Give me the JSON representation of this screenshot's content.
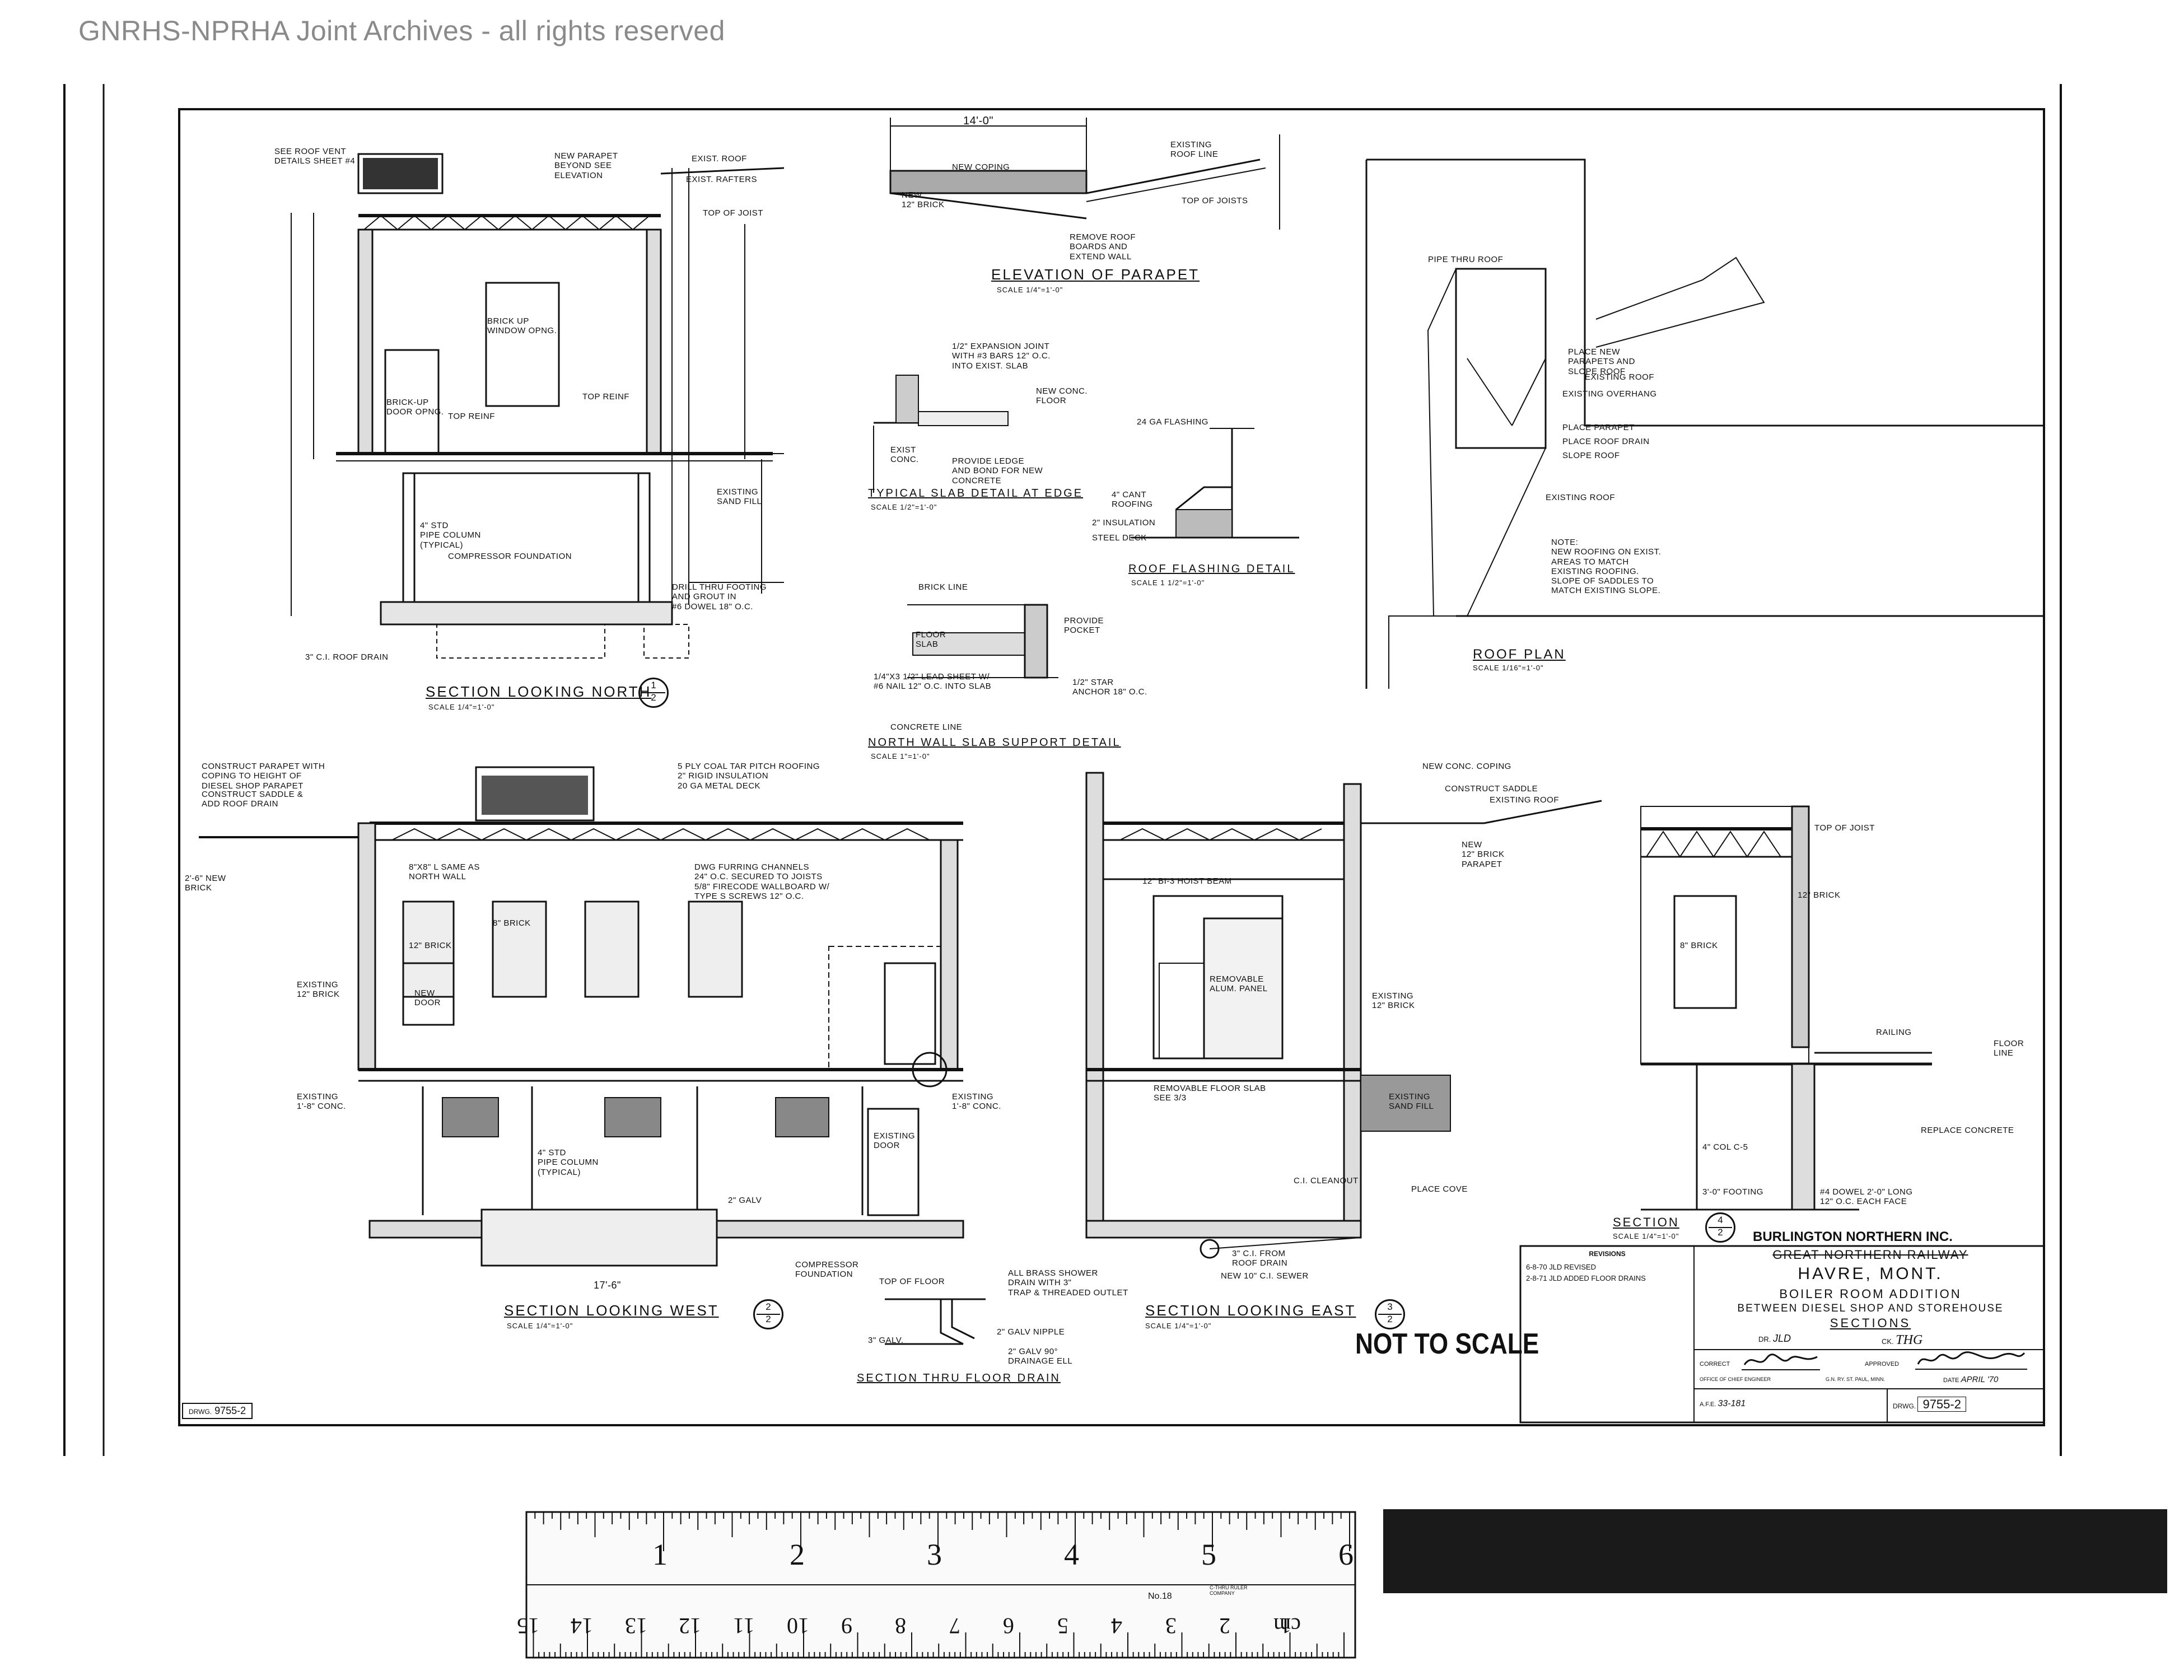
{
  "watermark": "GNRHS-NPRHA Joint Archives - all rights reserved",
  "drawing_number_label": "DRWG.",
  "drawing_number": "9755-2",
  "not_to_scale": "NOT TO SCALE",
  "views": {
    "section_north": {
      "title": "SECTION LOOKING NORTH",
      "scale": "SCALE 1/4\"=1'-0\"",
      "ref_top": "1",
      "ref_bottom": "2"
    },
    "elevation_parapet": {
      "title": "ELEVATION OF PARAPET",
      "scale": "SCALE 1/4\"=1'-0\"",
      "dim": "14'-0\""
    },
    "typical_slab": {
      "title": "TYPICAL SLAB DETAIL AT EDGE",
      "scale": "SCALE 1/2\"=1'-0\""
    },
    "roof_flashing": {
      "title": "ROOF FLASHING DETAIL",
      "scale": "SCALE 1 1/2\"=1'-0\""
    },
    "north_wall_slab": {
      "title": "NORTH WALL SLAB SUPPORT DETAIL",
      "scale": "SCALE 1\"=1'-0\""
    },
    "roof_plan": {
      "title": "ROOF PLAN",
      "scale": "SCALE 1/16\"=1'-0\""
    },
    "section_west": {
      "title": "SECTION LOOKING WEST",
      "scale": "SCALE 1/4\"=1'-0\"",
      "ref_top": "2",
      "ref_bottom": "2",
      "dim": "17'-6\""
    },
    "section_east": {
      "title": "SECTION LOOKING EAST",
      "scale": "SCALE 1/4\"=1'-0\"",
      "ref_top": "3",
      "ref_bottom": "2"
    },
    "section_4": {
      "title": "SECTION",
      "scale": "SCALE 1/4\"=1'-0\"",
      "ref_top": "4",
      "ref_bottom": "2"
    },
    "floor_drain": {
      "title": "SECTION THRU FLOOR DRAIN"
    }
  },
  "labels": {
    "see_roof_vent": "SEE ROOF VENT\nDETAILS SHEET #4",
    "new_parapet": "NEW PARAPET\nBEYOND SEE\nELEVATION",
    "exist_roof": "EXIST. ROOF",
    "exist_rafters": "EXIST. RAFTERS",
    "top_of_joist": "TOP OF JOIST",
    "brick_up_window": "BRICK UP\nWINDOW OPNG.",
    "brick_up_door": "BRICK-UP\nDOOR OPNG.",
    "top_reinf": "TOP REINF",
    "pipe_column": "4\" STD\nPIPE COLUMN\n(TYPICAL)",
    "compressor_foundation": "COMPRESSOR FOUNDATION",
    "existing_sand_fill": "EXISTING\nSAND FILL",
    "drill_thru_footing": "DRILL THRU FOOTING\nAND GROUT IN\n#6 DOWEL 18\" O.C.",
    "roof_drain": "3\" C.I. ROOF DRAIN",
    "new_coping": "NEW COPING",
    "existing_roof_line": "EXISTING\nROOF LINE",
    "new_12_brick": "NEW\n12\" BRICK",
    "remove_roof_boards": "REMOVE ROOF\nBOARDS AND\nEXTEND WALL",
    "top_of_joists": "TOP OF JOISTS",
    "expansion_joint": "1/2\" EXPANSION JOINT\nWITH #3 BARS 12\" O.C.\nINTO EXIST. SLAB",
    "new_conc_floor": "NEW CONC.\nFLOOR",
    "exist_conc": "EXIST\nCONC.",
    "provide_ledge": "PROVIDE LEDGE\nAND BOND FOR NEW\nCONCRETE",
    "flashing_24ga": "24 GA FLASHING",
    "cant_roofing": "4\" CANT\nROOFING",
    "insulation": "2\" INSULATION",
    "steel_deck": "STEEL DECK",
    "brick_line": "BRICK LINE",
    "floor_slab": "FLOOR\nSLAB",
    "provide_pocket": "PROVIDE\nPOCKET",
    "lead_sheet": "1/4\"x3 1/2\" LEAD SHEET W/\n#6 NAIL 12\" O.C. INTO SLAB",
    "star_anchor": "1/2\" STAR\nANCHOR 18\" O.C.",
    "concrete_line": "CONCRETE LINE",
    "pipe_thru_roof": "PIPE THRU ROOF",
    "place_new_parapets": "PLACE NEW\nPARAPETS AND\nSLOPE ROOF",
    "existing_roof": "EXISTING ROOF",
    "existing_overhang": "EXISTING OVERHANG",
    "place_parapet": "PLACE PARAPET",
    "place_roof_drain": "PLACE ROOF DRAIN",
    "slope_roof": "SLOPE ROOF",
    "roof_plan_note": "NOTE:\nNEW ROOFING ON EXIST.\nAREAS TO MATCH\nEXISTING ROOFING.\nSLOPE OF SADDLES TO\nMATCH EXISTING SLOPE.",
    "construct_parapet": "CONSTRUCT PARAPET WITH\nCOPING TO HEIGHT OF\nDIESEL SHOP PARAPET",
    "construct_saddle": "CONSTRUCT SADDLE &\nADD ROOF DRAIN",
    "new_brick_2_6": "2'-6\" NEW\nBRICK",
    "same_as_north": "8\"x8\" L SAME AS\nNORTH WALL",
    "built_up_roofing": "5 PLY COAL TAR PITCH ROOFING\n2\" RIGID INSULATION\n20 GA METAL DECK",
    "furring": "DWG FURRING CHANNELS\n24\" O.C. SECURED TO JOISTS\n5/8\" FIRECODE WALLBOARD W/\nTYPE S SCREWS 12\" O.C.",
    "existing_12_brick": "EXISTING\n12\" BRICK",
    "new_12_door": "NEW\nDOOR",
    "eight_brick": "8\" BRICK",
    "twelve_brick": "12\" BRICK",
    "existing_door": "EXISTING\nDOOR",
    "existing_1_8_conc": "EXISTING\n1'-8\" CONC.",
    "galv_2": "2\" GALV",
    "compressor_foundation_2": "COMPRESSOR\nFOUNDATION",
    "new_conc_coping": "NEW CONC. COPING",
    "construct_saddle_2": "CONSTRUCT SADDLE",
    "hoist_beam": "12\" BI-3 HOIST BEAM",
    "removable_panel": "REMOVABLE\nALUM. PANEL",
    "removable_floor_slab": "REMOVABLE FLOOR SLAB\nSEE 3/3",
    "place_cove": "PLACE COVE",
    "ci_cleanout": "C.I. CLEANOUT",
    "ci_from_roof_drain": "3\" C.I. FROM\nROOF DRAIN",
    "new_cj_sewer": "NEW 10\" C.I. SEWER",
    "existing_sand_fill_2": "EXISTING\nSAND FILL",
    "new_12_brick_parapet": "NEW\n12\" BRICK\nPARAPET",
    "railing": "RAILING",
    "floor_line": "FLOOR\nLINE",
    "replace_concrete": "REPLACE CONCRETE",
    "col_c5": "4\" COL C-5",
    "footing": "3'-0\" FOOTING",
    "dowel": "#4 DOWEL 2'-0\" LONG\n12\" O.C. EACH FACE",
    "top_of_floor": "TOP OF FLOOR",
    "brass_shower_drain": "ALL BRASS SHOWER\nDRAIN WITH 3\"\nTRAP & THREADED OUTLET",
    "galv_nipple": "2\" GALV NIPPLE",
    "galv_90": "2\" GALV 90°\nDRAINAGE ELL",
    "galv_3": "3\" GALV."
  },
  "title_block": {
    "revisions_heading": "REVISIONS",
    "revisions": [
      "6-8-70 JLD  REVISED",
      "2-8-71 JLD  ADDED FLOOR DRAINS"
    ],
    "company": "BURLINGTON NORTHERN INC.",
    "struck_company": "GREAT NORTHERN RAILWAY",
    "location": "HAVRE, MONT.",
    "project_line1": "BOILER ROOM ADDITION",
    "project_line2": "BETWEEN DIESEL SHOP AND STOREHOUSE",
    "sheet_title": "SECTIONS",
    "dr_label": "DR.",
    "dr_value": "JLD",
    "ck_label": "CK.",
    "ck_value": "THG",
    "correct_label": "CORRECT",
    "approved_label": "APPROVED",
    "office": "OFFICE OF CHIEF ENGINEER",
    "address": "G.N. RY. ST. PAUL, MINN.",
    "date_label": "DATE",
    "date_value": "APRIL '70",
    "afe_label": "A.F.E.",
    "afe_value": "33-181",
    "drwg_label": "DRWG.",
    "drwg_value": "9755-2"
  },
  "ruler": {
    "inch_numbers": [
      "1",
      "2",
      "3",
      "4",
      "5",
      "6"
    ],
    "cm_numbers": [
      "cm",
      "2",
      "3",
      "4",
      "5",
      "6",
      "7",
      "8",
      "9",
      "10",
      "11",
      "12",
      "13",
      "14",
      "15"
    ],
    "cm_first": "1",
    "model": "No.18",
    "brand": "C-THRU RULER COMPANY"
  }
}
